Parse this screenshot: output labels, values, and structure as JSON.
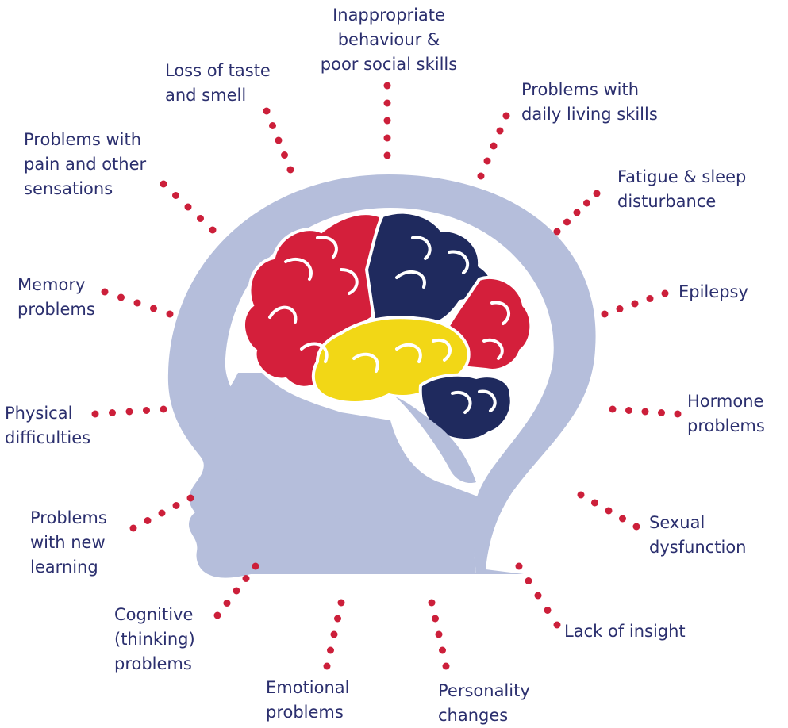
{
  "colors": {
    "text": "#2b2f6e",
    "dots": "#cc1f3a",
    "head": "#b5bedb",
    "brain_red": "#d41f3b",
    "brain_navy": "#1f2a5e",
    "brain_yellow": "#f2d716"
  },
  "labels": {
    "inappropriate": [
      "Inappropriate",
      "behaviour &",
      "poor social skills"
    ],
    "taste": [
      "Loss of taste",
      "and smell"
    ],
    "daily": [
      "Problems with",
      "daily living skills"
    ],
    "pain": [
      "Problems with",
      "pain and other",
      "sensations"
    ],
    "fatigue": [
      "Fatigue & sleep",
      "disturbance"
    ],
    "memory": [
      "Memory",
      "problems"
    ],
    "epilepsy": [
      "Epilepsy"
    ],
    "physical": [
      "Physical",
      "difficulties"
    ],
    "hormone": [
      "Hormone",
      "problems"
    ],
    "learning": [
      "Problems",
      "with new",
      "learning"
    ],
    "sexual": [
      "Sexual",
      "dysfunction"
    ],
    "cognitive": [
      "Cognitive",
      "(thinking)",
      "problems"
    ],
    "insight": [
      "Lack of insight"
    ],
    "emotional": [
      "Emotional",
      "problems"
    ],
    "personality": [
      "Personality",
      "changes"
    ]
  }
}
